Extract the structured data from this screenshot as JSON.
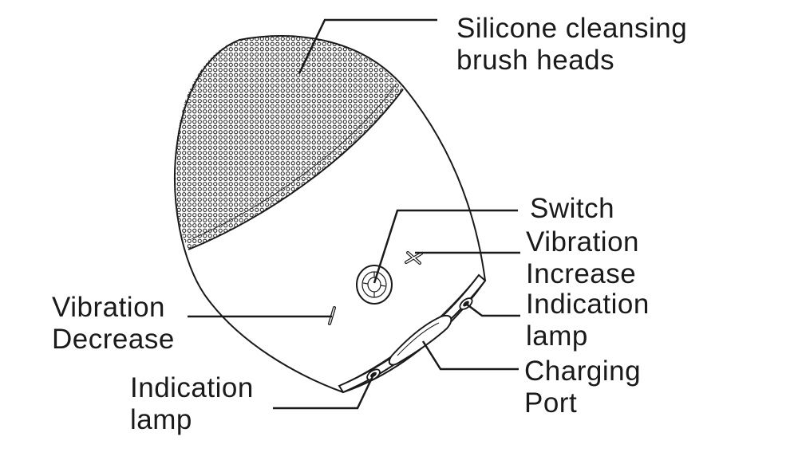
{
  "labels": {
    "brush_heads": [
      "Silicone cleansing",
      "brush heads"
    ],
    "switch": [
      "Switch"
    ],
    "vibration_increase": [
      "Vibration",
      "Increase"
    ],
    "indication_lamp_right": [
      "Indication",
      "lamp"
    ],
    "charging_port": [
      "Charging",
      "Port"
    ],
    "vibration_decrease": [
      "Vibration",
      "Decrease"
    ],
    "indication_lamp_left": [
      "Indication",
      "lamp"
    ]
  },
  "colors": {
    "stroke": "#1a1a1a",
    "text": "#1a1a1a",
    "background": "#ffffff"
  },
  "icons": {
    "plus": "plus-icon",
    "minus": "minus-icon",
    "power": "power-switch-icon"
  }
}
